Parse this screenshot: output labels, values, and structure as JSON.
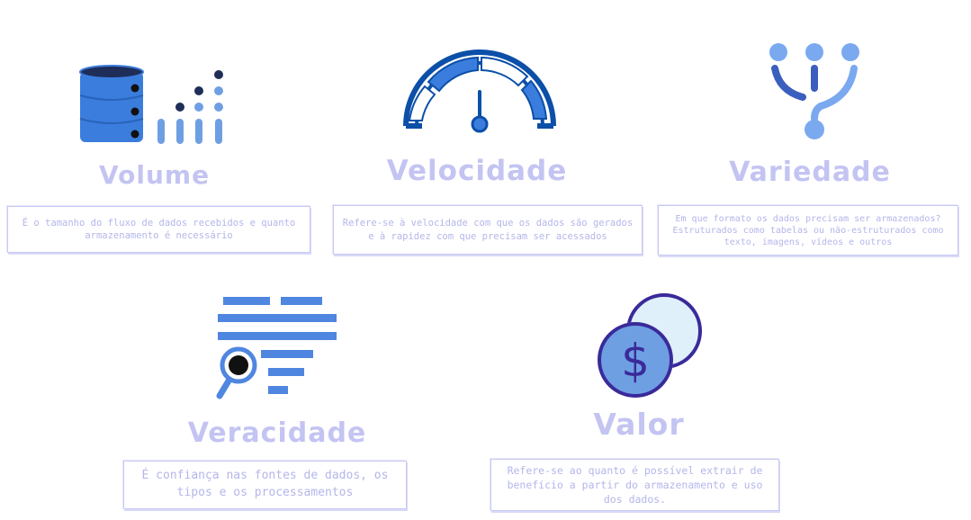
{
  "colors": {
    "blue_primary": "#3b7ddd",
    "blue_dark": "#0b4fa8",
    "blue_light": "#7aa9f0",
    "navy": "#1f2d59",
    "title_lavender": "#c3c4f2",
    "desc_text": "#b4b6ea",
    "purple_outline": "#3a2a9a",
    "coin_fill": "#6f9fe3",
    "coin_back": "#dff0fa"
  },
  "cards": [
    {
      "key": "volume",
      "icon": "database-icon",
      "title": "Volume",
      "description": "É o tamanho do fluxo de dados recebidos e quanto armazenamento é necessário"
    },
    {
      "key": "velocidade",
      "icon": "speedometer-icon",
      "title": "Velocidade",
      "description": "Refere-se à velocidade com que os dados são gerados e à rapidez com que precisam ser acessados"
    },
    {
      "key": "variedade",
      "icon": "fork-icon",
      "title": "Variedade",
      "description": "Em que formato os dados precisam ser armazenados? Estruturados como tabelas ou não-estruturados como texto, imagens, vídeos e outros"
    },
    {
      "key": "veracidade",
      "icon": "magnifier-document-icon",
      "title": "Veracidade",
      "description": "É confiança nas fontes de dados, os tipos e os processamentos"
    },
    {
      "key": "valor",
      "icon": "dollar-coin-icon",
      "title": "Valor",
      "description": "Refere-se ao quanto é possível extrair de benefício a partir do armazenamento e uso dos dados."
    }
  ]
}
